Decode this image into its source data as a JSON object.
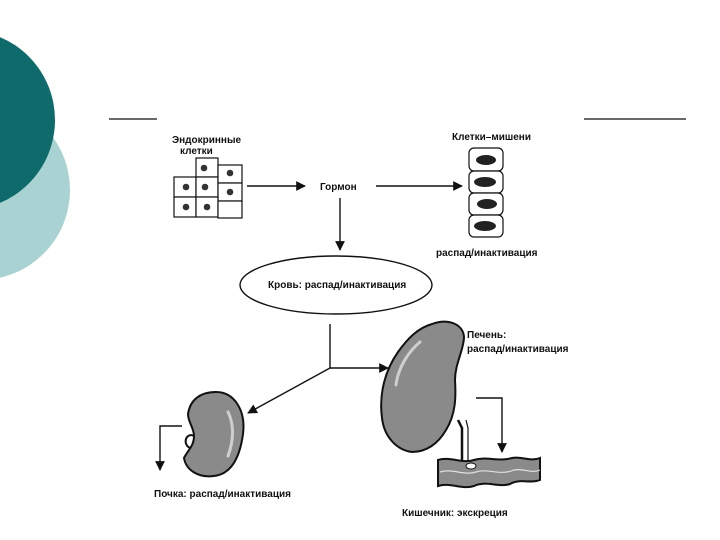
{
  "colors": {
    "accent_dark": "#0f6b6b",
    "accent_light": "#a9d3d3",
    "organ_fill": "#8a8a8a",
    "line": "#111111"
  },
  "diagram": {
    "endocrine_line1": "Эндокринные",
    "endocrine_line2": "клетки",
    "hormone": "Гормон",
    "target_cells": "Клетки–мишени",
    "target_decay": "распад/инактивация",
    "blood": "Кровь: распад/инактивация",
    "liver_line1": "Печень:",
    "liver_line2": "распад/инактивация",
    "kidney": "Почка: распад/инактивация",
    "intestine": "Кишечник: экскреция"
  }
}
